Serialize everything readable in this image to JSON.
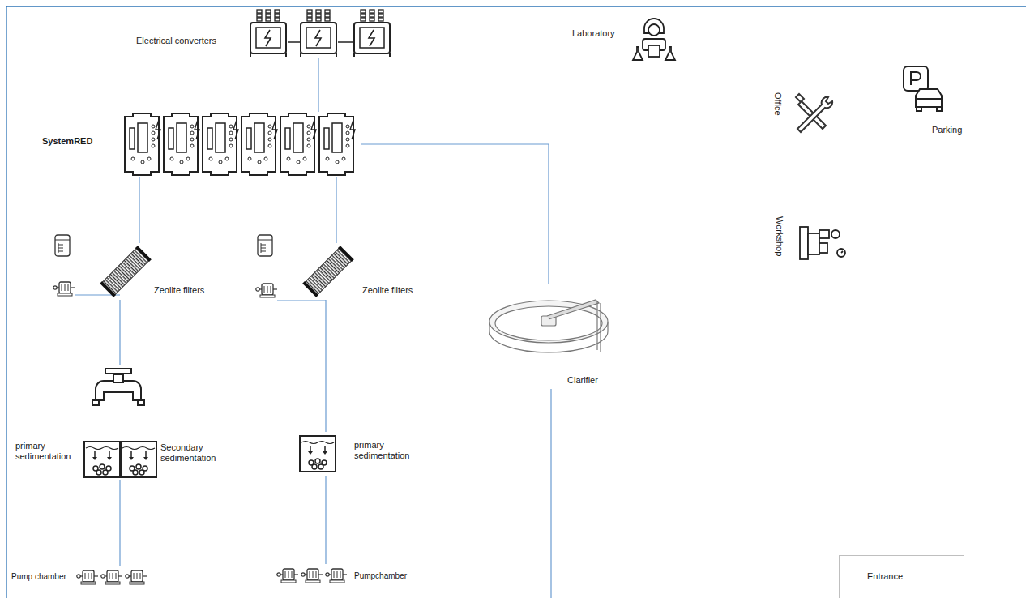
{
  "diagram": {
    "nodes": [
      {
        "text": [
          "Electrical converters"
        ]
      },
      {
        "text": [
          "Laboratory"
        ]
      },
      {
        "text": [
          "Parking"
        ]
      },
      {
        "text": [
          "Office"
        ]
      },
      {
        "text": [
          "SystemRED"
        ]
      },
      {
        "text": [
          "Workshop"
        ]
      },
      {
        "text": [
          "Zeolite filters"
        ]
      },
      {
        "text": [
          "Zeolite filters"
        ]
      },
      {
        "text": [
          "Clarifier"
        ]
      },
      {
        "text": [
          "primary sedimentation",
          "Secondary sedimentation"
        ]
      },
      {
        "text": [
          "primary sedimentation"
        ]
      },
      {
        "text": [
          "Pump chamber"
        ]
      },
      {
        "text": [
          "Pumpchamber"
        ]
      },
      {
        "text": [
          "Entrance"
        ]
      }
    ],
    "edges": [
      {
        "from": 0,
        "to": 4,
        "arrow": "none"
      },
      {
        "from": 4,
        "to": 6,
        "arrow": "none"
      },
      {
        "from": 4,
        "to": 7,
        "arrow": "none"
      },
      {
        "from": 4,
        "to": 8,
        "arrow": "none"
      },
      {
        "from": 6,
        "to": 9,
        "arrow": "none"
      },
      {
        "from": 7,
        "to": 10,
        "arrow": "none"
      },
      {
        "from": 9,
        "to": 11,
        "arrow": "none"
      },
      {
        "from": 10,
        "to": 12,
        "arrow": "none"
      }
    ]
  }
}
